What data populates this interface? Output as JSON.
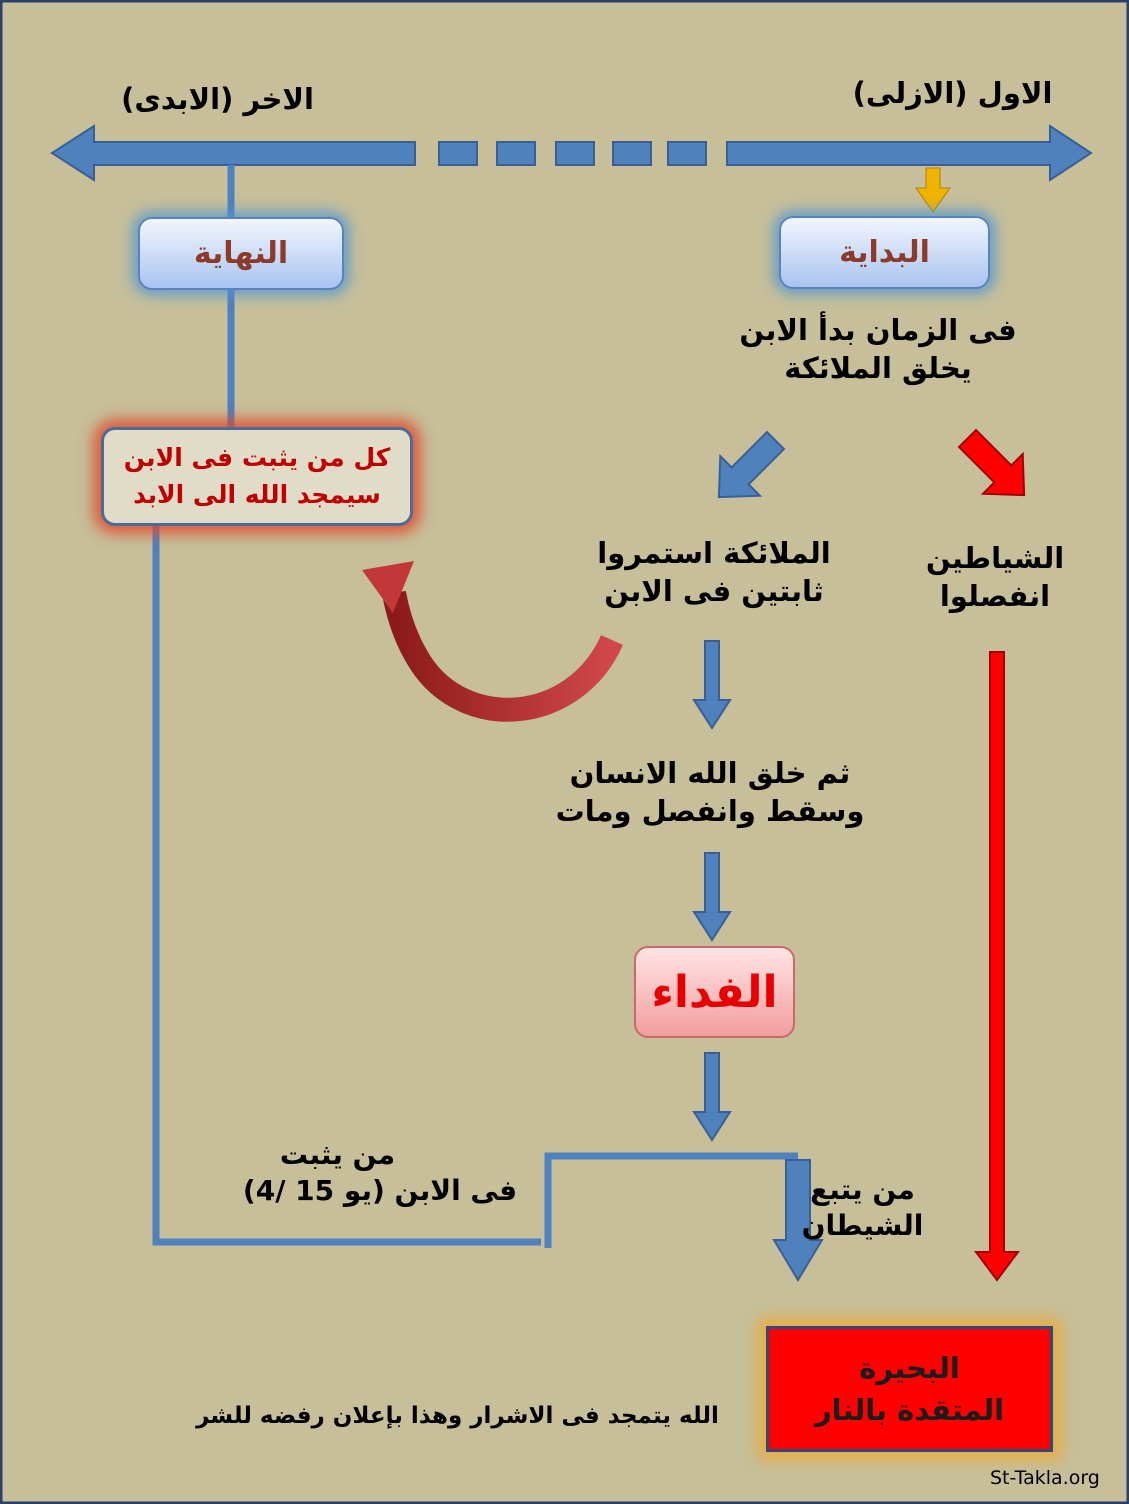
{
  "timeline": {
    "first_label": "الاول (الازلى)",
    "last_label": "الاخر (الابدى)"
  },
  "boxes": {
    "beginning": "البداية",
    "end": "النهاية",
    "abide_line1": "كل من يثبت فى الابن",
    "abide_line2": "سيمجد الله الى الابد",
    "redemption": "الفداء",
    "lake_line1": "البحيرة",
    "lake_line2": "المتقدة بالنار"
  },
  "texts": {
    "angels_created_1": "فى الزمان بدأ الابن",
    "angels_created_2": "يخلق الملائكة",
    "angels_stayed_1": "الملائكة استمروا",
    "angels_stayed_2": "ثابتين فى الابن",
    "devils_1": "الشياطين",
    "devils_2": "انفصلوا",
    "man_1": "ثم خلق الله الانسان",
    "man_2": "وسقط وانفصل ومات",
    "abide_path_1": "من يثبت",
    "abide_path_2": "فى الابن (يو 15 /4)",
    "satan_path_1": "من يتبع",
    "satan_path_2": "الشيطان",
    "glorified": "الله يتمجد فى الاشرار وهذا بإعلان رفضه للشر",
    "watermark": "St-Takla.org"
  },
  "colors": {
    "background": "#c6bf9a",
    "blue_arrow": "#4f81bd",
    "red_arrow": "#ff0000",
    "dark_red": "#c00000",
    "gold_arrow": "#f0b400"
  }
}
